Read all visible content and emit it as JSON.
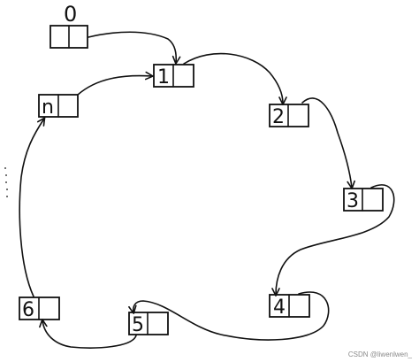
{
  "top_label": "0",
  "nodes": [
    {
      "id": "head",
      "label": ""
    },
    {
      "id": "n1",
      "label": "1"
    },
    {
      "id": "n2",
      "label": "2"
    },
    {
      "id": "n3",
      "label": "3"
    },
    {
      "id": "n4",
      "label": "4"
    },
    {
      "id": "n5",
      "label": "5"
    },
    {
      "id": "n6",
      "label": "6"
    },
    {
      "id": "nn",
      "label": "n"
    }
  ],
  "watermark": "CSDN @liwenlwen_",
  "colors": {
    "ink": "#111111",
    "background": "#ffffff",
    "watermark": "#8a8a8a"
  }
}
